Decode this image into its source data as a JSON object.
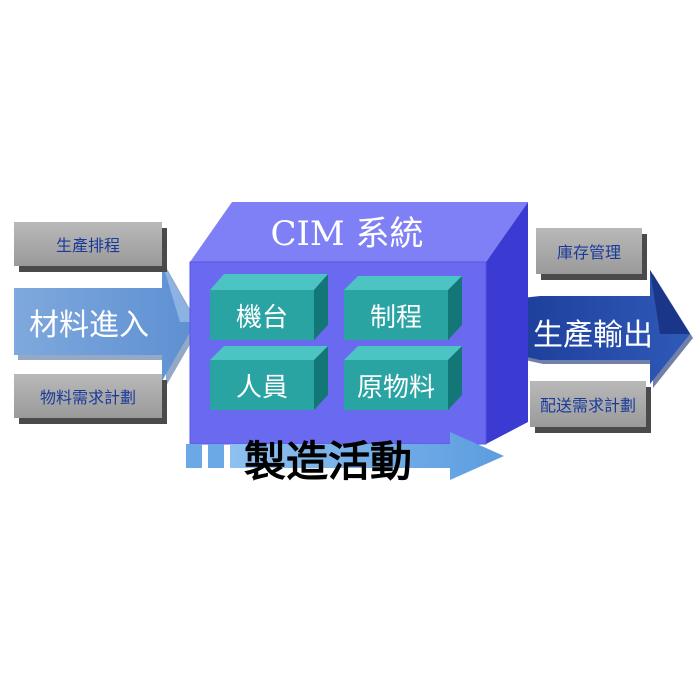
{
  "system": {
    "title": "CIM 系統"
  },
  "modules": [
    {
      "label": "機台"
    },
    {
      "label": "制程"
    },
    {
      "label": "人員"
    },
    {
      "label": "原物料"
    }
  ],
  "input": {
    "arrow_label": "材料進入",
    "top_box": "生產排程",
    "bottom_box": "物料需求計劃"
  },
  "output": {
    "arrow_label": "生產輸出",
    "top_box": "庫存管理",
    "bottom_box": "配送需求計劃"
  },
  "activity": {
    "label": "製造活動"
  },
  "colors": {
    "cube_front": "#6b6bf0",
    "cube_top": "#7c7cf6",
    "cube_side": "#3d3dd6",
    "module_front": "#2aa3a3",
    "module_top": "#4cc4c4",
    "module_side": "#147777",
    "input_arrow": "#6e9cd8",
    "output_arrow": "#2b4fb0",
    "activity_arrow": "#6aa8e6",
    "label_box": "#a6a6a6",
    "label_text": "#1a3a9a"
  }
}
